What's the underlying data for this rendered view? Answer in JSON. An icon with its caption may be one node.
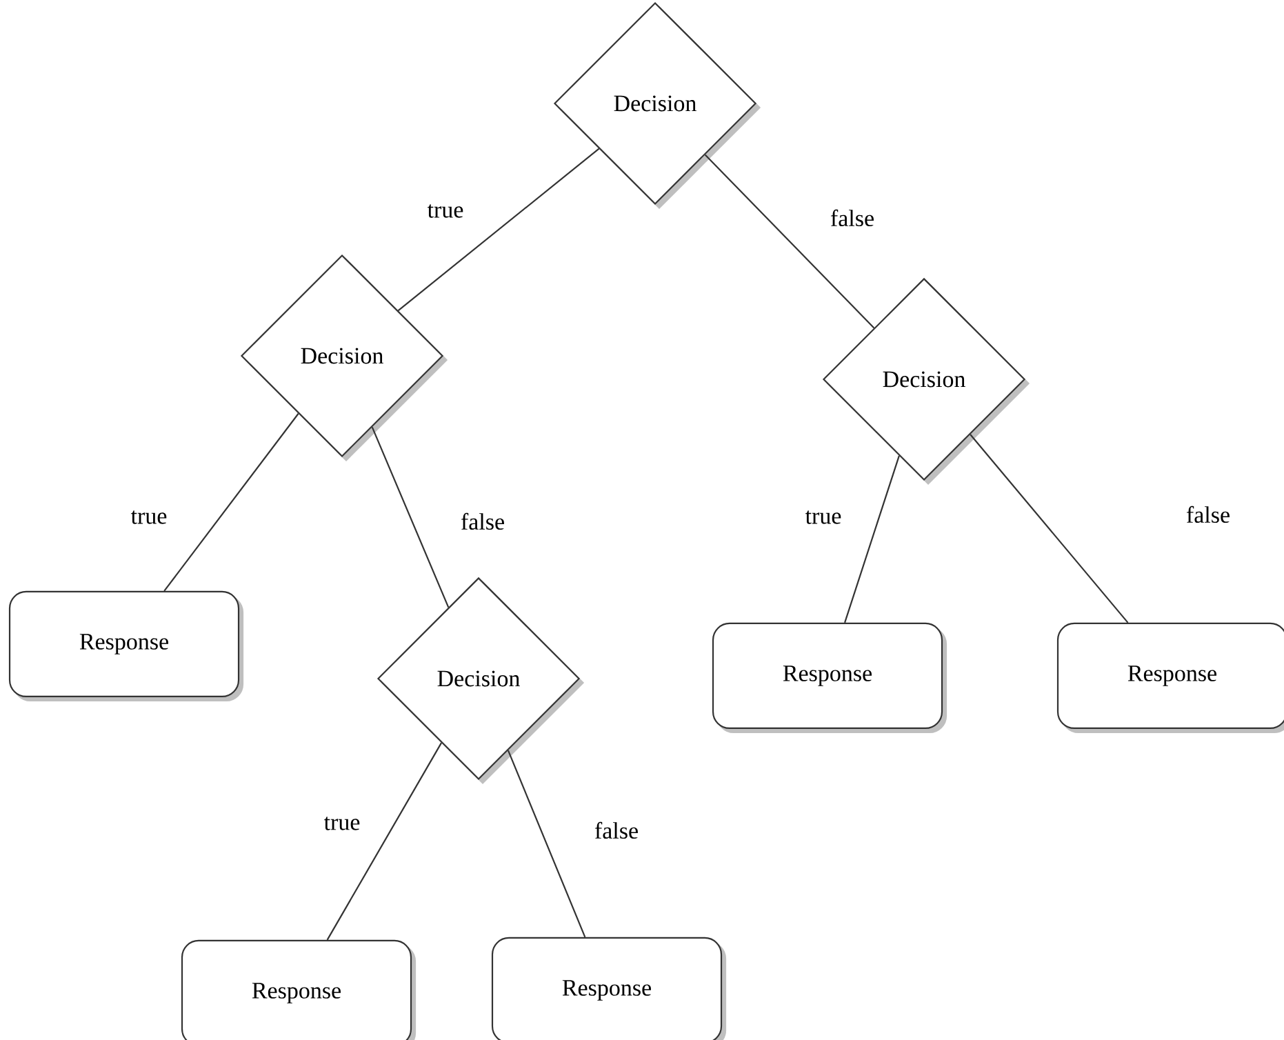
{
  "diagram": {
    "nodes": [
      {
        "text": [
          "Decision"
        ]
      },
      {
        "text": [
          "Decision"
        ]
      },
      {
        "text": [
          "Response"
        ]
      },
      {
        "text": [
          "Decision"
        ]
      },
      {
        "text": [
          "Response"
        ]
      },
      {
        "text": [
          "Response"
        ]
      },
      {
        "text": [
          "Decision"
        ]
      },
      {
        "text": [
          "Response"
        ]
      },
      {
        "text": [
          "Response"
        ]
      }
    ],
    "edges": [
      {
        "from": 0,
        "to": 1,
        "arrow": "none",
        "label": "true"
      },
      {
        "from": 0,
        "to": 6,
        "arrow": "none",
        "label": "false"
      },
      {
        "from": 1,
        "to": 2,
        "arrow": "none",
        "label": "true"
      },
      {
        "from": 1,
        "to": 3,
        "arrow": "none",
        "label": "false"
      },
      {
        "from": 3,
        "to": 4,
        "arrow": "none",
        "label": "true"
      },
      {
        "from": 3,
        "to": 5,
        "arrow": "none",
        "label": "false"
      },
      {
        "from": 6,
        "to": 7,
        "arrow": "none",
        "label": "true"
      },
      {
        "from": 6,
        "to": 8,
        "arrow": "none",
        "label": "false"
      }
    ]
  }
}
